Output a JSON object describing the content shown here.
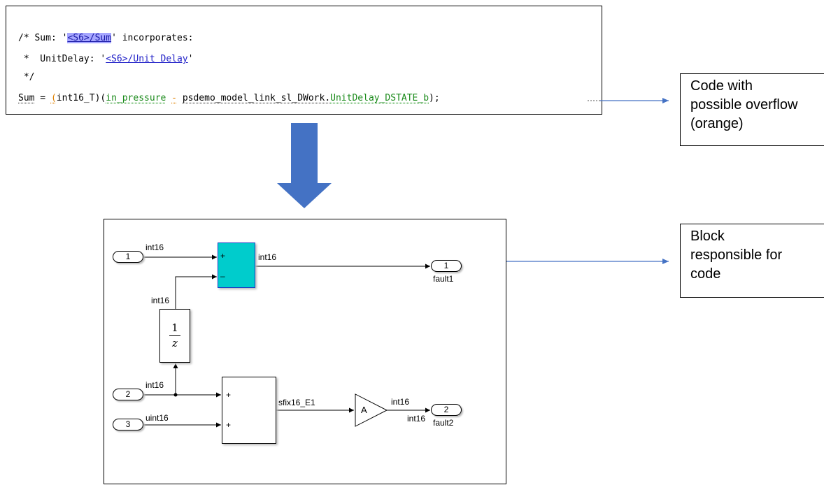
{
  "code": {
    "line1": {
      "prefix": "/* Sum: '",
      "link": "<S6>/Sum",
      "suffix": "' incorporates:"
    },
    "line2": {
      "prefix": " *  UnitDelay: '",
      "link": "<S6>/Unit Delay",
      "suffix": "'"
    },
    "line3": " */",
    "line4": {
      "lhs": "Sum",
      "eq": " = ",
      "cast_open": "(",
      "cast": "int16_T)(",
      "var1": "in_pressure",
      "sp1": " ",
      "op": "-",
      "sp2": " ",
      "var2": "psdemo_model_link_sl_DWork.",
      "var3": "UnitDelay_DSTATE_b",
      "end": ");"
    }
  },
  "callouts": {
    "overflow": [
      "Code with",
      "possible overflow",
      "(orange)"
    ],
    "block": [
      "Block",
      "responsible for",
      "code"
    ]
  },
  "model": {
    "inports": [
      "1",
      "2",
      "3"
    ],
    "outports": [
      "1",
      "2"
    ],
    "outport_names": [
      "fault1",
      "fault2"
    ],
    "signals": {
      "in1": "int16",
      "sum_out": "int16",
      "delay_out": "int16",
      "in2": "int16",
      "in3": "uint16",
      "sum2_out": "sfix16_E1",
      "gain_out": "int16",
      "out2": "int16"
    },
    "sum_signs": [
      "+",
      "–"
    ],
    "sum2_signs": [
      "+",
      "+"
    ],
    "delay_num": "1",
    "delay_den": "z",
    "gain_label": "A"
  },
  "colors": {
    "arrow_blue": "#4472c4",
    "highlight_sum": "#00cccc",
    "overflow_orange": "#e08000",
    "proven_green": "#1a8a1a"
  }
}
